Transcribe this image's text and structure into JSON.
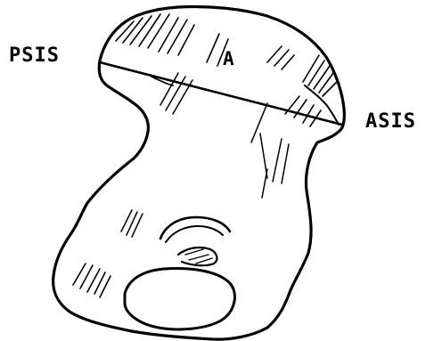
{
  "labels": {
    "psis": "PSIS",
    "a": "A",
    "asis": "ASIS"
  },
  "colors": {
    "ink": "#000000",
    "paper": "#ffffff"
  }
}
